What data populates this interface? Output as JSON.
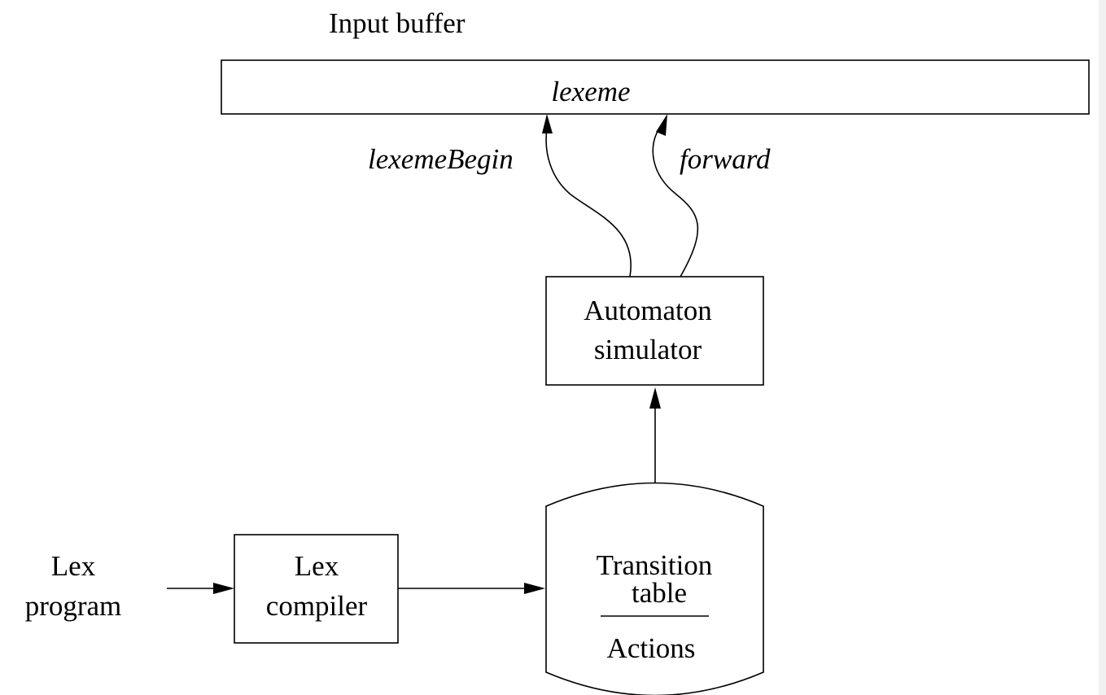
{
  "input_buffer": {
    "title": "Input buffer",
    "content": "lexeme"
  },
  "pointers": {
    "begin_label": "lexemeBegin",
    "forward_label": "forward"
  },
  "automaton": {
    "line1": "Automaton",
    "line2": "simulator"
  },
  "storage": {
    "line1": "Transition",
    "line2": "table",
    "line3": "Actions"
  },
  "compiler": {
    "line1": "Lex",
    "line2": "compiler"
  },
  "source": {
    "line1": "Lex",
    "line2": "program"
  }
}
